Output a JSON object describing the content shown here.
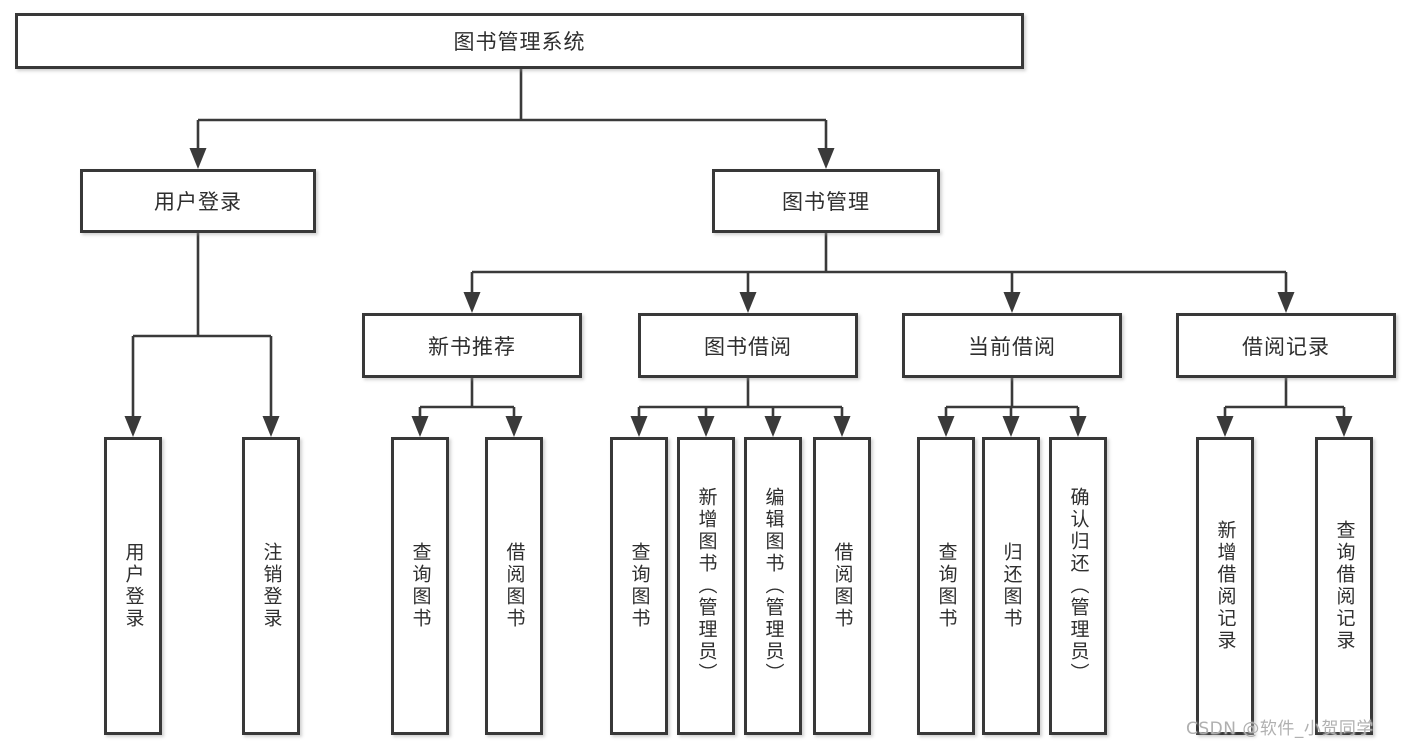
{
  "diagram_title": "图书管理系统",
  "watermark": "CSDN @软件_小贺同学",
  "colors": {
    "line": "#3a3a3a",
    "box_border": "#383838",
    "text": "#2e2e2e",
    "watermark": "#b0b0b0",
    "background": "#ffffff"
  },
  "tree": {
    "root": {
      "label": "图书管理系统"
    },
    "children": [
      {
        "label": "用户登录",
        "children": [
          {
            "label": "用户登录"
          },
          {
            "label": "注销登录"
          }
        ]
      },
      {
        "label": "图书管理",
        "children": [
          {
            "label": "新书推荐",
            "children": [
              {
                "label": "查询图书"
              },
              {
                "label": "借阅图书"
              }
            ]
          },
          {
            "label": "图书借阅",
            "children": [
              {
                "label": "查询图书"
              },
              {
                "label": "新增图书（管理员）"
              },
              {
                "label": "编辑图书（管理员）"
              },
              {
                "label": "借阅图书"
              }
            ]
          },
          {
            "label": "当前借阅",
            "children": [
              {
                "label": "查询图书"
              },
              {
                "label": "归还图书"
              },
              {
                "label": "确认归还（管理员）"
              }
            ]
          },
          {
            "label": "借阅记录",
            "children": [
              {
                "label": "新增借阅记录"
              },
              {
                "label": "查询借阅记录"
              }
            ]
          }
        ]
      }
    ]
  }
}
